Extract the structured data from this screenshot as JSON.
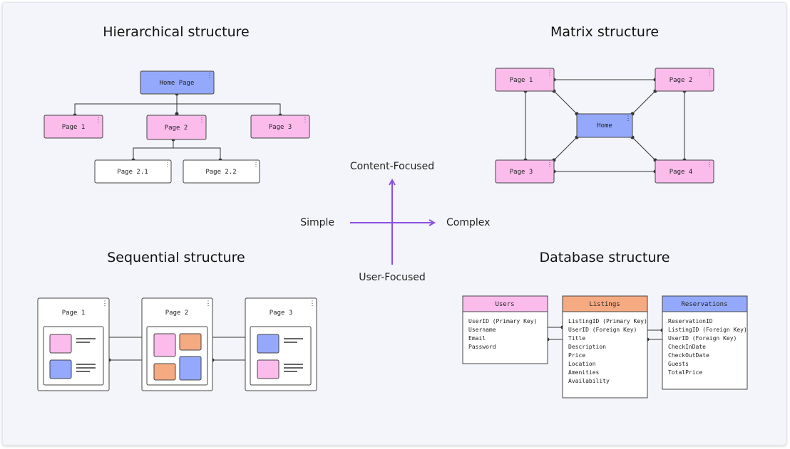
{
  "titles": {
    "hierarchical": "Hierarchical structure",
    "matrix": "Matrix structure",
    "sequential": "Sequential structure",
    "database": "Database structure"
  },
  "axis": {
    "top": "Content-Focused",
    "bottom": "User-Focused",
    "left": "Simple",
    "right": "Complex"
  },
  "hierarchical": {
    "root": "Home Page",
    "level1": [
      "Page 1",
      "Page 2",
      "Page 3"
    ],
    "level2": [
      "Page 2.1",
      "Page 2.2"
    ]
  },
  "matrix": {
    "center": "Home",
    "pages": [
      "Page 1",
      "Page 2",
      "Page 3",
      "Page 4"
    ]
  },
  "sequential": {
    "pages": [
      "Page 1",
      "Page 2",
      "Page 3"
    ]
  },
  "database": {
    "tables": [
      {
        "name": "Users",
        "color": "#fbbcec",
        "fields": [
          "UserID (Primary Key)",
          "Username",
          "Email",
          "Password"
        ]
      },
      {
        "name": "Listings",
        "color": "#f6aa82",
        "fields": [
          "ListingID (Primary Key)",
          "UserID (Foreign Key)",
          "Title",
          "Description",
          "Price",
          "Location",
          "Amenities",
          "Availability"
        ]
      },
      {
        "name": "Reservations",
        "color": "#94a9fb",
        "fields": [
          "ReservationID",
          "ListingID (Foreign Key)",
          "UserID (Foreign Key)",
          "CheckInDate",
          "CheckOutDate",
          "Guests",
          "TotalPrice"
        ]
      }
    ]
  },
  "colors": {
    "pink": "#fbbcec",
    "blue": "#94a9fb",
    "orange": "#f6aa82",
    "purple": "#8a4fe0"
  }
}
